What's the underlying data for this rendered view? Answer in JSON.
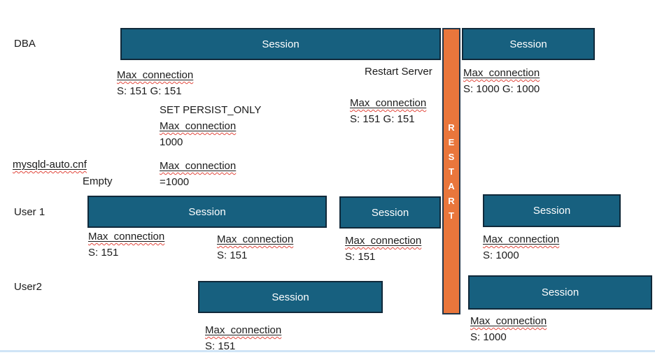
{
  "colors": {
    "session_fill": "#17607F",
    "session_border": "#10293A",
    "restart_fill": "#E9763C",
    "restart_border": "#23374A",
    "text": "#1B1B1B",
    "session_text": "#FFFFFF",
    "wavy_underline": "#E2473C",
    "bottom_rule": "#CFE4F6"
  },
  "rows": {
    "dba": "DBA",
    "user1": "User 1",
    "user2": "User2"
  },
  "session_label": "Session",
  "restart": {
    "letters": [
      "R",
      "E",
      "S",
      "T",
      "A",
      "R",
      "T"
    ],
    "server_label": "Restart Server"
  },
  "annotations": {
    "dba_initial": {
      "title": "Max_connection",
      "value": "S: 151 G: 151"
    },
    "set_persist": {
      "line1": "SET PERSIST_ONLY",
      "line2": "Max_connection",
      "line3": "1000"
    },
    "dba_before_restart": {
      "title": "Max_connection",
      "value": "S: 151 G: 151"
    },
    "dba_after_restart": {
      "title": "Max_connection",
      "value": "S: 1000 G: 1000"
    },
    "cnf_file": {
      "name": "mysqld-auto.cnf",
      "state": "Empty"
    },
    "cnf_value": {
      "title": "Max_connection",
      "value": "=1000"
    },
    "user1_session1_start": {
      "title": "Max_connection",
      "value": "S: 151"
    },
    "user1_session1_after_set": {
      "title": "Max_connection",
      "value": "S: 151"
    },
    "user1_session2": {
      "title": "Max_connection",
      "value": "S: 151"
    },
    "user1_session3": {
      "title": "Max_connection",
      "value": "S: 1000"
    },
    "user2_session1": {
      "title": "Max_connection",
      "value": "S: 151"
    },
    "user2_session2": {
      "title": "Max_connection",
      "value": "S: 1000"
    }
  }
}
